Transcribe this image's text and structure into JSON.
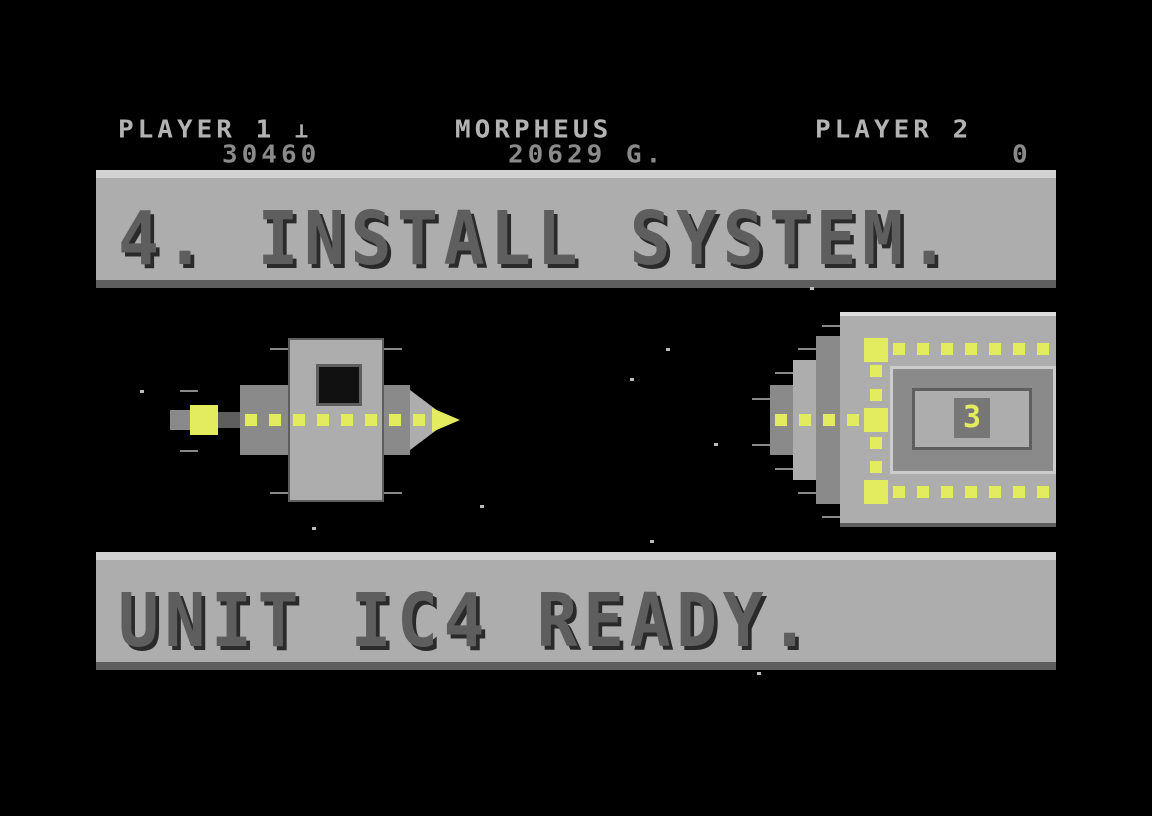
{
  "hud": {
    "player1_label": "PLAYER 1",
    "player1_icon": "joystick-icon",
    "player1_score": "30460",
    "center_name": "MORPHEUS",
    "center_credits": "20629 G.",
    "player2_label": "PLAYER 2",
    "player2_score": "0"
  },
  "banners": {
    "top": "4. INSTALL SYSTEM.",
    "bottom": "UNIT IC4 READY."
  },
  "station": {
    "slot_label": "3"
  },
  "colors": {
    "banner": "#adadad",
    "text": "#5e5e5e",
    "accent": "#e3ec5f"
  }
}
